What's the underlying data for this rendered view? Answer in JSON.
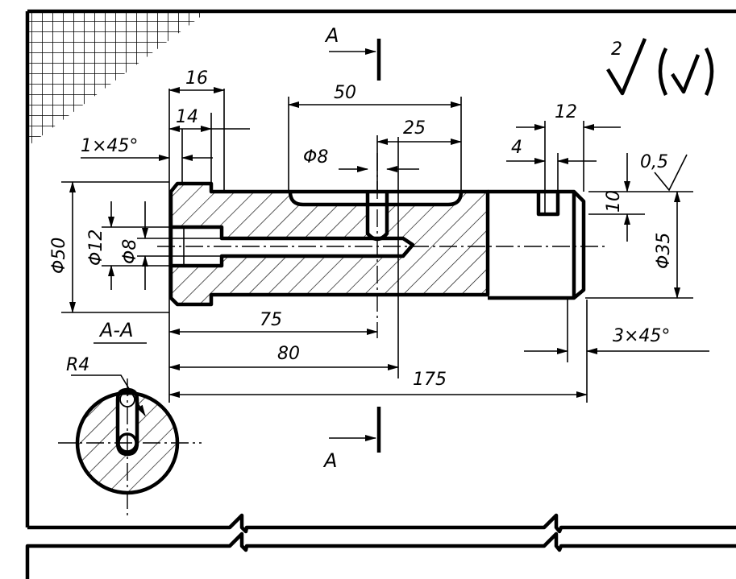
{
  "drawing": {
    "section_marks": {
      "top": "A",
      "bottom": "A"
    },
    "section_view_label": "A-A",
    "roughness": {
      "value": "2"
    },
    "dimensions": {
      "d16": "16",
      "d14": "14",
      "chamfer_left": "1×45°",
      "d50_len": "50",
      "d25": "25",
      "dia8_hole": "Φ8",
      "d12": "12",
      "d4": "4",
      "d05": "0,5",
      "dia50": "Φ50",
      "dia12": "Φ12",
      "dia8": "Φ8",
      "d10": "10",
      "dia35": "Φ35",
      "d75": "75",
      "d80": "80",
      "d175": "175",
      "chamfer_right": "3×45°",
      "radius": "R4"
    }
  }
}
